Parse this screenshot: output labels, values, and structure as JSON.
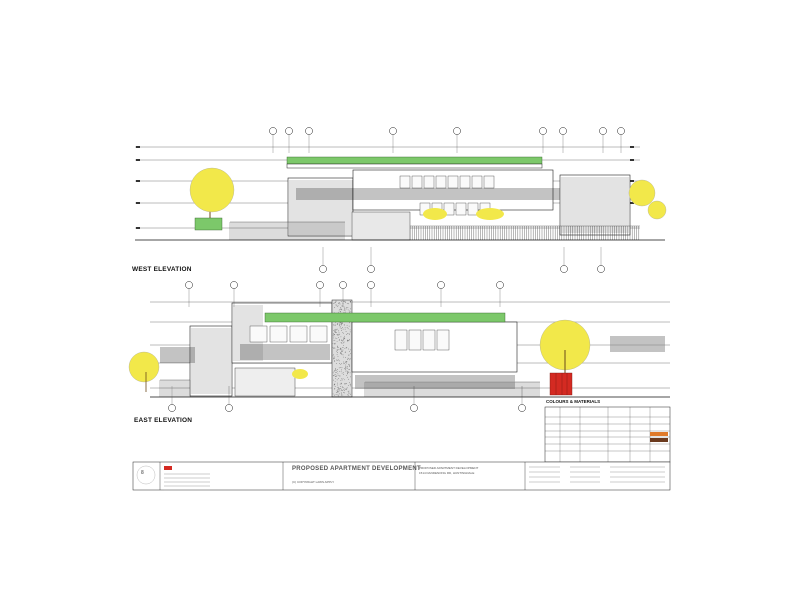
{
  "sheet": {
    "background": "#ffffff",
    "line_color": "#222222",
    "foliage_color": "#f2e84a",
    "green_roof_color": "#7cc86a",
    "accent_red": "#d42a22"
  },
  "elevations": {
    "west": {
      "title": "WEST ELEVATION"
    },
    "east": {
      "title": "EAST ELEVATION"
    }
  },
  "legend": {
    "title": "COLOURS & MATERIALS",
    "swatches": [
      "#e07a2a",
      "#6b3a1e"
    ]
  },
  "title_block": {
    "page_marker": "8",
    "project_title": "PROPOSED APARTMENT DEVELOPMENT",
    "copyright": "(C) COPYRIGHT LAWS APPLY",
    "project_info_1": "PROPOSED APARTMENT DEVELOPMENT",
    "project_info_2": "1514 DANDENONG RD, HUNTINGDALE"
  }
}
